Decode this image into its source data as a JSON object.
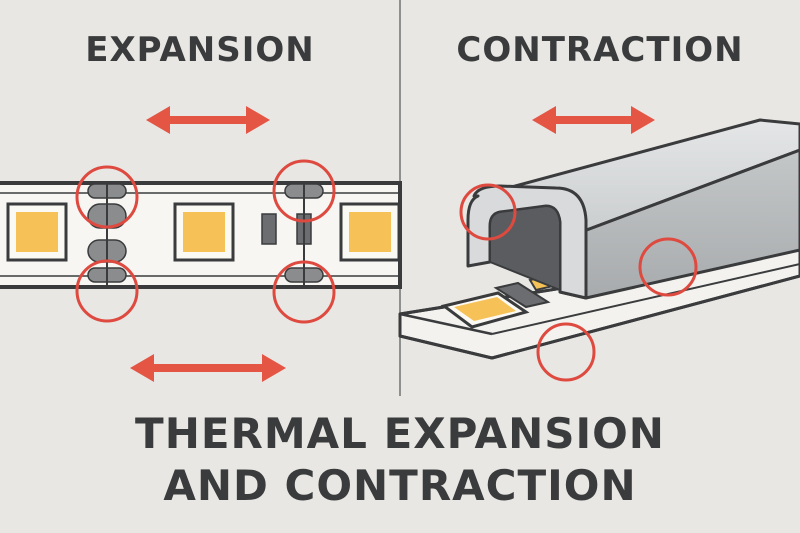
{
  "panels": {
    "left": {
      "title": "EXPANSION"
    },
    "right": {
      "title": "CONTRACTION"
    }
  },
  "main_title": {
    "line1": "THERMAL EXPANSION",
    "line2": "AND CONTRACTION"
  },
  "colors": {
    "background": "#e8e7e3",
    "text": "#3a3b3d",
    "arrow": "#e45544",
    "marker_circle": "#de4a3f",
    "led_chip": "#f6c257",
    "strip": "#f7f6f2",
    "channel": "#b9bcbe",
    "outline": "#3a3b3d"
  },
  "icons": {
    "arrows": "double-headed-arrow",
    "markers": "highlight-circle"
  }
}
